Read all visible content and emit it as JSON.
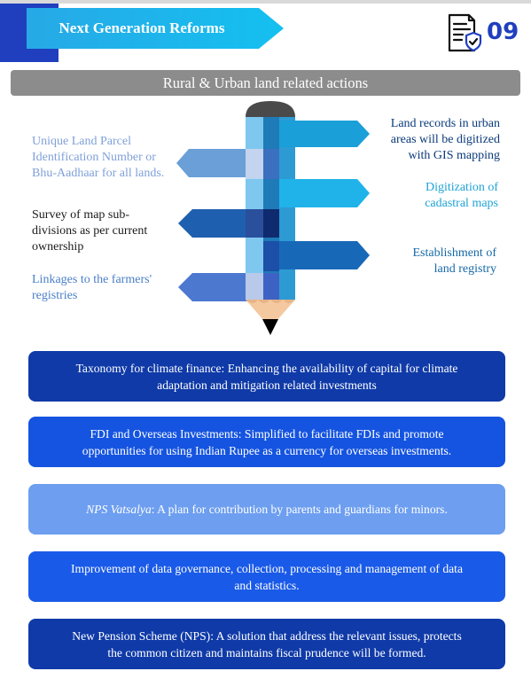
{
  "header": {
    "title": "Next Generation Reforms",
    "page_number": "09",
    "icon": "document-shield-icon"
  },
  "section": {
    "title": "Rural & Urban land related actions"
  },
  "pencil_items": {
    "left": [
      {
        "text": "Unique Land Parcel Identification Number or Bhu-Aadhaar for all lands.",
        "color": "#7fa0d8"
      },
      {
        "text": "Survey of map sub-divisions as per current ownership",
        "color": "#1a1a1a"
      },
      {
        "text": "Linkages to the farmers' registries",
        "color": "#4a7fc6"
      }
    ],
    "right": [
      {
        "text": "Land records in urban areas will be digitized with GIS mapping",
        "color": "#0b3a7a"
      },
      {
        "text": "Digitization of cadastral maps",
        "color": "#1ea3d6"
      },
      {
        "text": "Establishment of land registry",
        "color": "#1769a8"
      }
    ]
  },
  "boxes": [
    {
      "lines": [
        "Taxonomy for climate finance: Enhancing the availability of capital for climate",
        "adaptation and mitigation related investments"
      ],
      "color": "#0f3aa8"
    },
    {
      "lines": [
        "FDI and Overseas Investments: Simplified to facilitate FDIs and promote",
        "opportunities for using Indian Rupee as a currency for overseas investments."
      ],
      "color": "#1554e0"
    },
    {
      "italic": "NPS Vatsalya",
      "rest": ":  A plan for contribution by parents and guardians for minors.",
      "color": "#6d9ef0"
    },
    {
      "lines": [
        "Improvement of data governance, collection, processing and management of data",
        "and statistics."
      ],
      "color": "#1a5ae8"
    },
    {
      "lines": [
        "New Pension Scheme (NPS): A solution that address the relevant issues, protects",
        "the common citizen and maintains fiscal prudence will be formed."
      ],
      "color": "#0f3aa8"
    }
  ]
}
